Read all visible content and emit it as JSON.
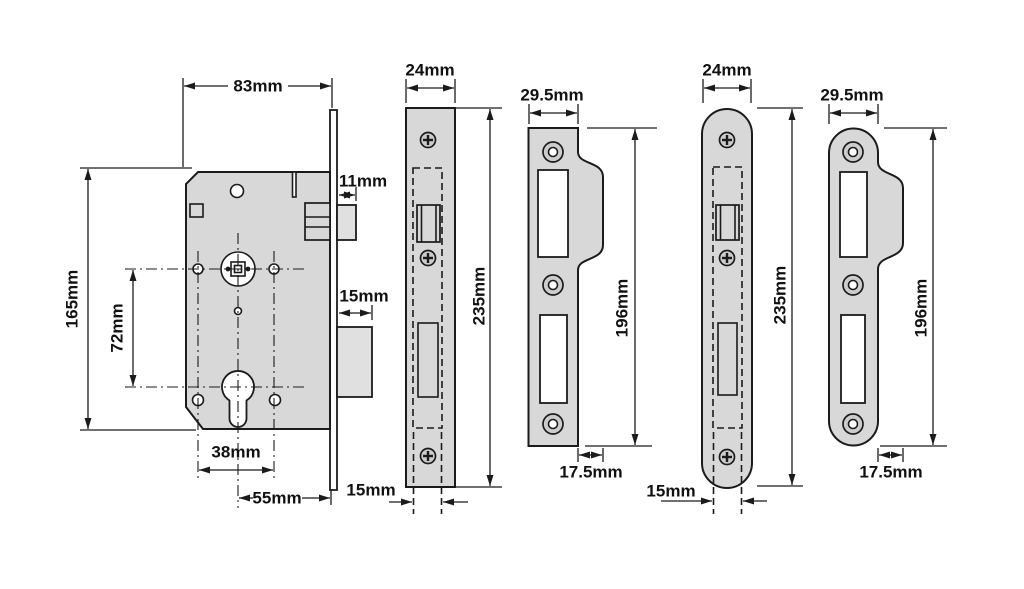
{
  "figures": {
    "lock_case": {
      "width": "83mm",
      "height": "165mm",
      "centres": "72mm",
      "latch_throw": "11mm",
      "deadbolt_throw": "15mm",
      "fixing_centres": "38mm",
      "backset": "55mm"
    },
    "flat_forend": {
      "width": "24mm",
      "height": "235mm",
      "case_width": "15mm"
    },
    "flat_strike": {
      "width": "29.5mm",
      "height": "196mm",
      "lip": "17.5mm"
    },
    "radius_forend": {
      "width": "24mm",
      "height": "235mm",
      "case_width": "15mm"
    },
    "radius_strike": {
      "width": "29.5mm",
      "height": "196mm",
      "lip": "17.5mm"
    }
  },
  "colors": {
    "background": "#ffffff",
    "metal_fill": "#d8d8d8",
    "bolt_fill": "#e0e0e0",
    "hole_fill": "#ffffff",
    "line": "#1b1b1b",
    "text": "#111111"
  }
}
